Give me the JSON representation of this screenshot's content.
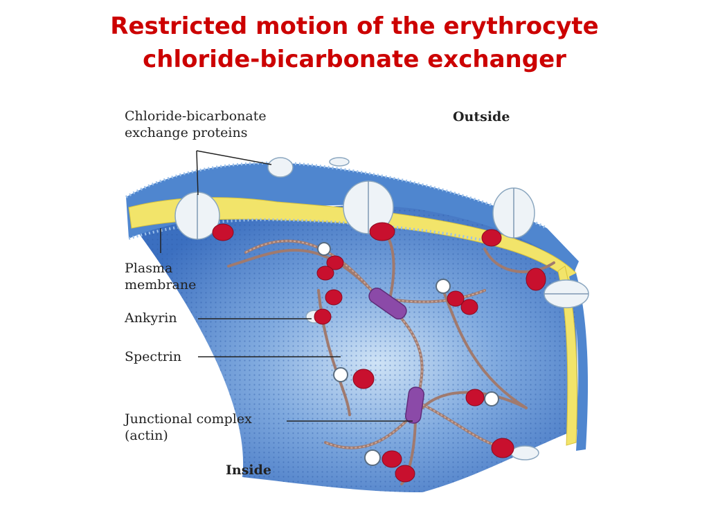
{
  "title": {
    "line1": "Restricted motion of the erythrocyte",
    "line2": "chloride-bicarbonate exchanger"
  },
  "labels": {
    "exchange_proteins_line1": "Chloride-bicarbonate",
    "exchange_proteins_line2": "exchange proteins",
    "outside": "Outside",
    "plasma_line1": "Plasma",
    "plasma_line2": "membrane",
    "ankyrin": "Ankyrin",
    "spectrin": "Spectrin",
    "junctional_line1": "Junctional complex",
    "junctional_line2": "(actin)",
    "inside": "Inside"
  },
  "colors": {
    "title": "#cc0000",
    "cytoplasm": "#3f78c4",
    "membrane_yellow": "#f2e46a",
    "ankyrin": "#c8102e",
    "actin": "#8b4aa8",
    "exchanger": "#eef3f7"
  }
}
